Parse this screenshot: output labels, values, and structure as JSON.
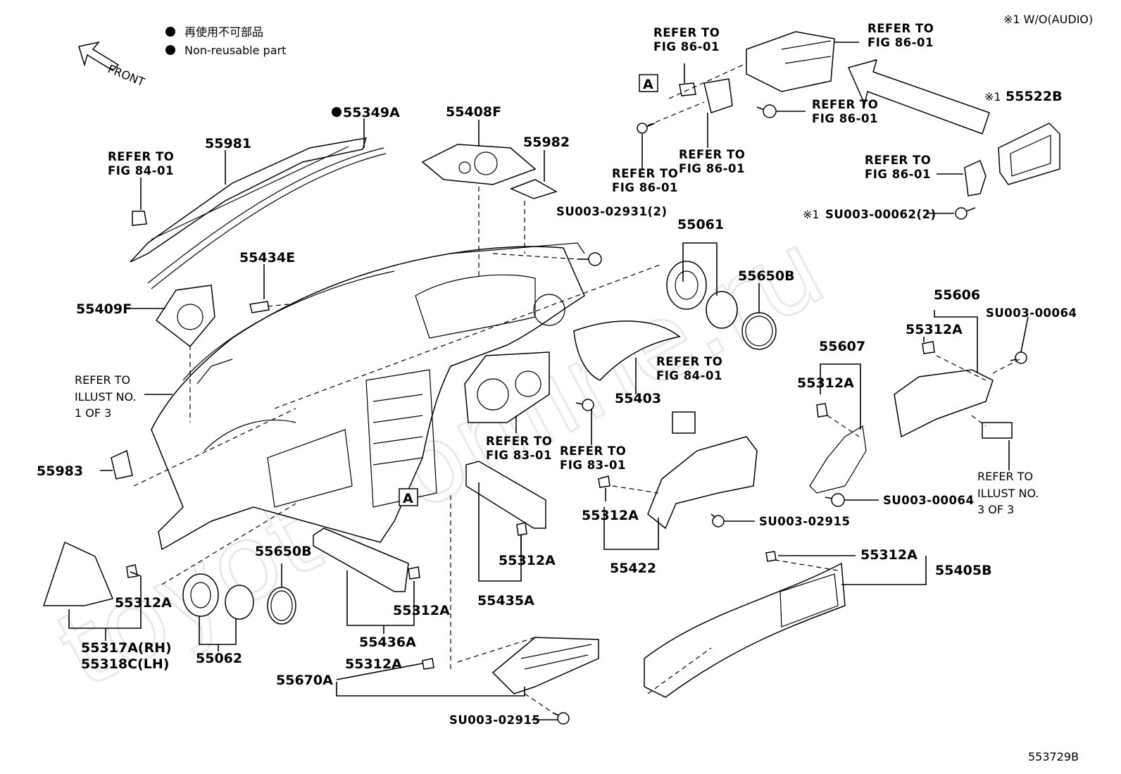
{
  "header": {
    "variant_note": "※1 W/O(AUDIO)",
    "legend_jp": "再使用不可部品",
    "legend_en": "Non-reusable part",
    "front_label": "FRONT",
    "illustration_id": "553729B"
  },
  "watermark": "toyota-online.ru",
  "parts": {
    "p55349A": "55349A",
    "p55981": "55981",
    "p55408F": "55408F",
    "p55982": "55982",
    "p55522B": "55522B",
    "p55522B_mark": "※1",
    "p55434E": "55434E",
    "p55409F": "55409F",
    "p55061": "55061",
    "p55650B_r": "55650B",
    "p55606": "55606",
    "p55312A_r1": "55312A",
    "p55607": "55607",
    "p55312A_r2": "55312A",
    "p55403": "55403",
    "p55983": "55983",
    "p55312A_c": "55312A",
    "p55422": "55422",
    "p55312A_m": "55312A",
    "p55435A": "55435A",
    "p55312A_br": "55312A",
    "p55405B": "55405B",
    "p55312A_l": "55312A",
    "p55317A": "55317A(RH)",
    "p55318C": "55318C(LH)",
    "p55062": "55062",
    "p55650B_b": "55650B",
    "p55436A": "55436A",
    "p55312A_b2": "55312A",
    "p55670A": "55670A",
    "p55312A_b3": "55312A"
  },
  "screws": {
    "s02931": "SU003-02931(2)",
    "s00062": "SU003-00062(2)",
    "s00062_mark": "※1",
    "s00064_r": "SU003-00064",
    "s00064_m": "SU003-00064",
    "s02915_m": "SU003-02915",
    "s02915_b": "SU003-02915"
  },
  "refs": {
    "r1_l1": "REFER TO",
    "r1_l2": "FIG 84-01",
    "r2_l1": "REFER TO",
    "r2_l2": "FIG 86-01",
    "r3_l1": "REFER TO",
    "r3_l2": "FIG 86-01",
    "r4_l1": "REFER TO",
    "r4_l2": "FIG 86-01",
    "r5_l1": "REFER TO",
    "r5_l2": "FIG 86-01",
    "r6_l1": "REFER TO",
    "r6_l2": "FIG 86-01",
    "r7_l1": "REFER TO",
    "r7_l2": "FIG 86-01",
    "r8_l1": "REFER TO",
    "r8_l2": "FIG 84-01",
    "r9_l1": "REFER TO",
    "r9_l2": "FIG 83-01",
    "r10_l1": "REFER TO",
    "r10_l2": "FIG 83-01",
    "ill1_l1": "REFER TO",
    "ill1_l2": "ILLUST NO.",
    "ill1_l3": "1 OF 3",
    "ill3_l1": "REFER TO",
    "ill3_l2": "ILLUST NO.",
    "ill3_l3": "3 OF 3"
  },
  "markers": {
    "a_top": "A",
    "a_mid": "A"
  }
}
